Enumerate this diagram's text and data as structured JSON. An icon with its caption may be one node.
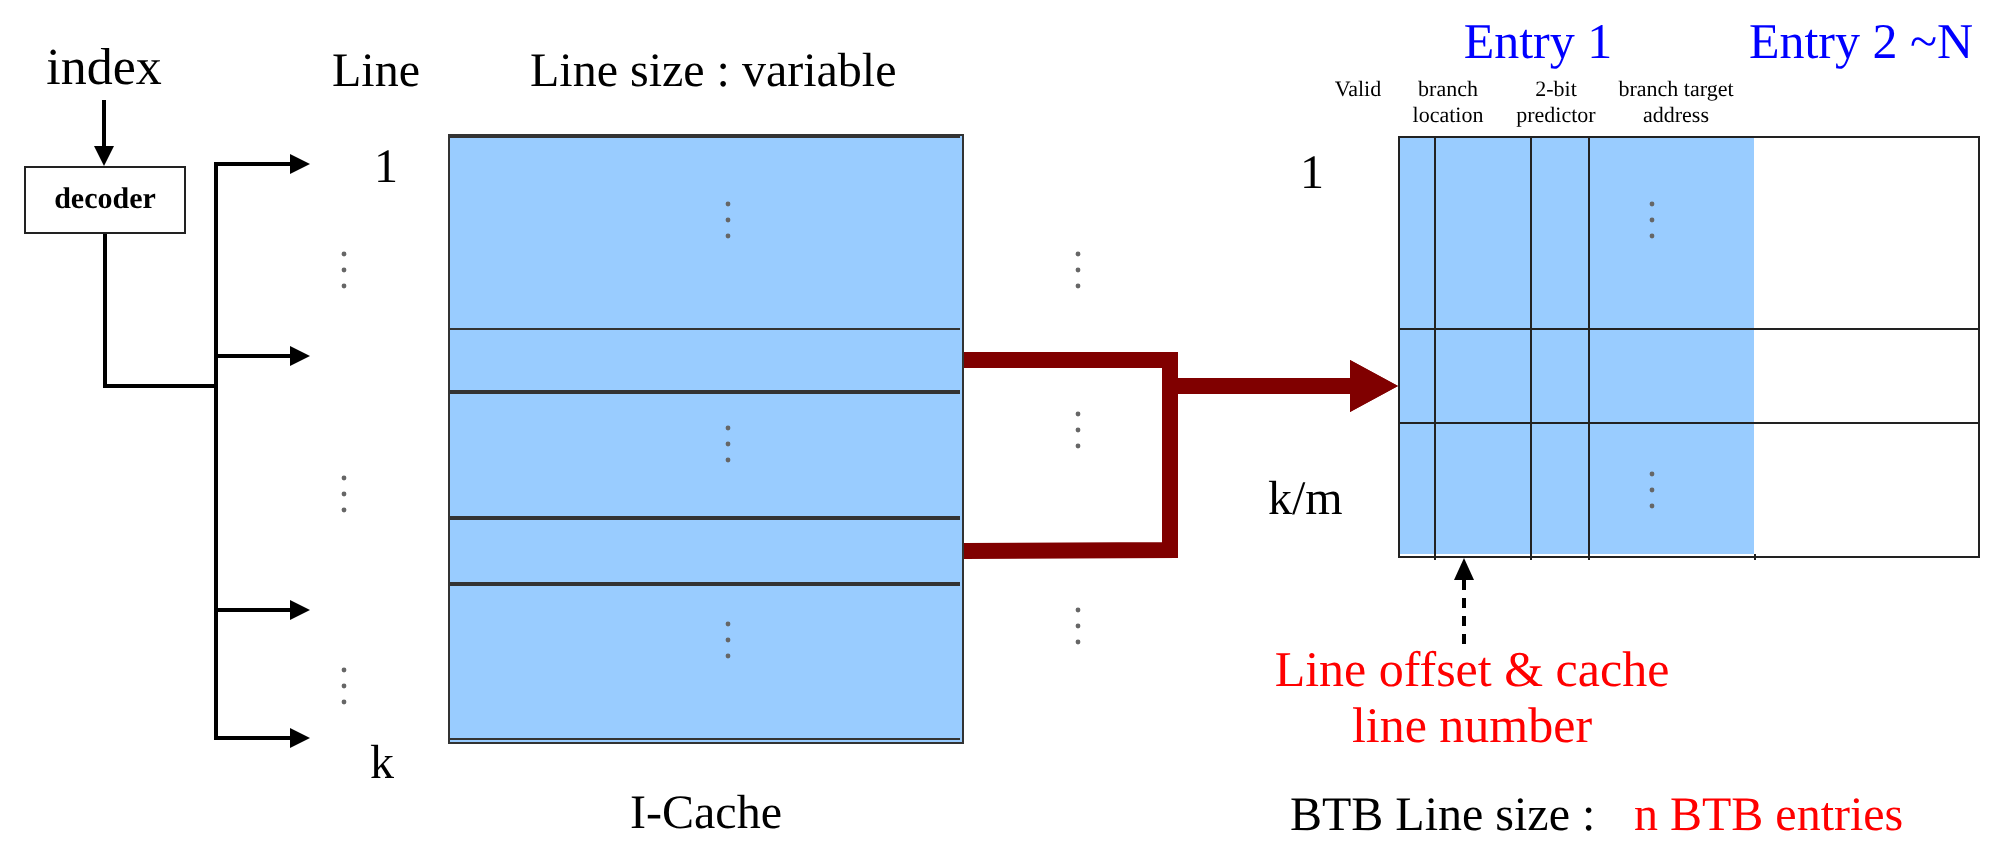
{
  "diagram": {
    "nodes": [
      {
        "text": [
          "index"
        ]
      },
      {
        "text": [
          "decoder"
        ]
      },
      {
        "text": [
          "I-Cache"
        ]
      },
      {
        "text": [],
        "shape": "box",
        "in": 2
      },
      {
        "text": [],
        "shape": "box",
        "in": 2
      },
      {
        "text": [],
        "shape": "box",
        "in": 2
      },
      {
        "text": [],
        "shape": "box",
        "in": 2
      },
      {
        "text": [],
        "shape": "box",
        "in": 2
      },
      {
        "text": [],
        "shape": "box",
        "beside": [
          "BTB Line size :",
          "n BTB entries"
        ]
      },
      {
        "text": [
          "Entry 1"
        ],
        "in": 8
      },
      {
        "text": [
          "Valid"
        ],
        "in": 9
      },
      {
        "text": [
          "branch location"
        ],
        "in": 9
      },
      {
        "text": [
          "2-bit predictor"
        ],
        "in": 9
      },
      {
        "text": [
          "branch target address"
        ],
        "in": 9
      },
      {
        "text": [
          "Entry 2 ~N"
        ],
        "in": 8
      },
      {
        "text": [
          "Line offset & cache line number"
        ]
      }
    ],
    "edges": [
      {
        "from": 0,
        "to": 1,
        "arrow": "to"
      },
      {
        "from": 1,
        "to": null,
        "arrow": "to"
      },
      {
        "from": 1,
        "to": null,
        "arrow": "to"
      },
      {
        "from": 1,
        "to": null,
        "arrow": "to"
      },
      {
        "from": 1,
        "to": null,
        "arrow": "to"
      },
      {
        "from": 4,
        "to": 8,
        "arrow": "to",
        "style": "thick",
        "color": "#800000"
      },
      {
        "from": 6,
        "to": 8,
        "arrow": "to",
        "style": "thick",
        "color": "#800000"
      },
      {
        "from": 15,
        "to": 11,
        "arrow": "to",
        "style": "dashed"
      }
    ],
    "labels": [
      "Line",
      "Line size : variable",
      "1",
      "1",
      "k/m",
      "k"
    ]
  }
}
